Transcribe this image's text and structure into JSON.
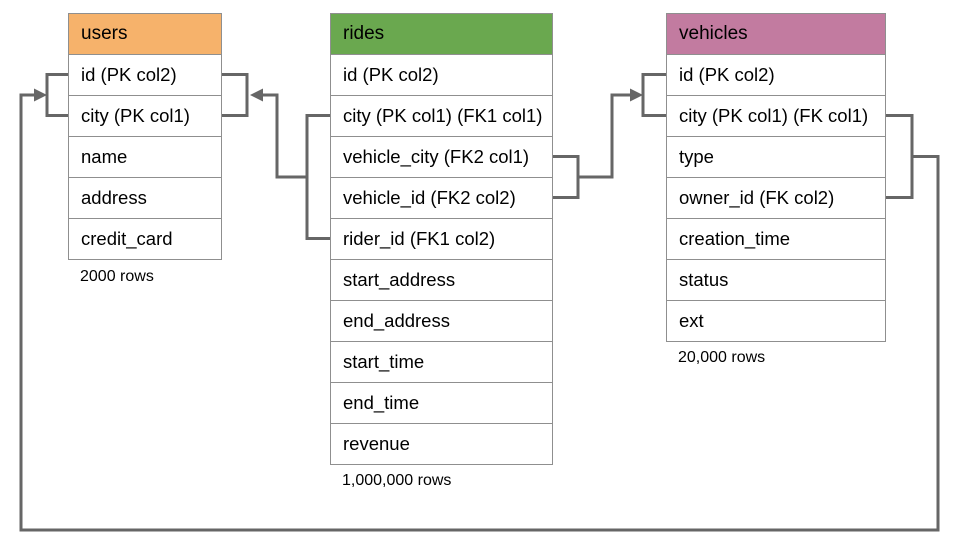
{
  "diagram": {
    "connector_color": "#666666",
    "table_border_color": "#8f8f8f",
    "tables": {
      "users": {
        "title": "users",
        "header_color": "#f6b26b",
        "columns": [
          "id (PK col2)",
          "city (PK col1)",
          "name",
          "address",
          "credit_card"
        ],
        "row_count_label": "2000 rows"
      },
      "rides": {
        "title": "rides",
        "header_color": "#6aa84f",
        "columns": [
          "id (PK col2)",
          "city (PK col1) (FK1 col1)",
          "vehicle_city (FK2 col1)",
          "vehicle_id (FK2 col2)",
          "rider_id (FK1 col2)",
          "start_address",
          "end_address",
          "start_time",
          "end_time",
          "revenue"
        ],
        "row_count_label": "1,000,000 rows"
      },
      "vehicles": {
        "title": "vehicles",
        "header_color": "#c27ba0",
        "columns": [
          "id (PK col2)",
          "city (PK col1) (FK col1)",
          "type",
          "owner_id (FK col2)",
          "creation_time",
          "status",
          "ext"
        ],
        "row_count_label": "20,000 rows"
      }
    },
    "relationships": [
      {
        "name": "FK1",
        "from_table": "rides",
        "from_columns": [
          "city (PK col1) (FK1 col1)",
          "rider_id (FK1 col2)"
        ],
        "to_table": "users",
        "to_columns": [
          "id (PK col2)",
          "city (PK col1)"
        ]
      },
      {
        "name": "FK2",
        "from_table": "rides",
        "from_columns": [
          "vehicle_city (FK2 col1)",
          "vehicle_id (FK2 col2)"
        ],
        "to_table": "vehicles",
        "to_columns": [
          "id (PK col2)",
          "city (PK col1) (FK col1)"
        ]
      },
      {
        "name": "FK",
        "from_table": "vehicles",
        "from_columns": [
          "city (PK col1) (FK col1)",
          "owner_id (FK col2)"
        ],
        "to_table": "users",
        "to_columns": [
          "id (PK col2)",
          "city (PK col1)"
        ]
      }
    ]
  }
}
